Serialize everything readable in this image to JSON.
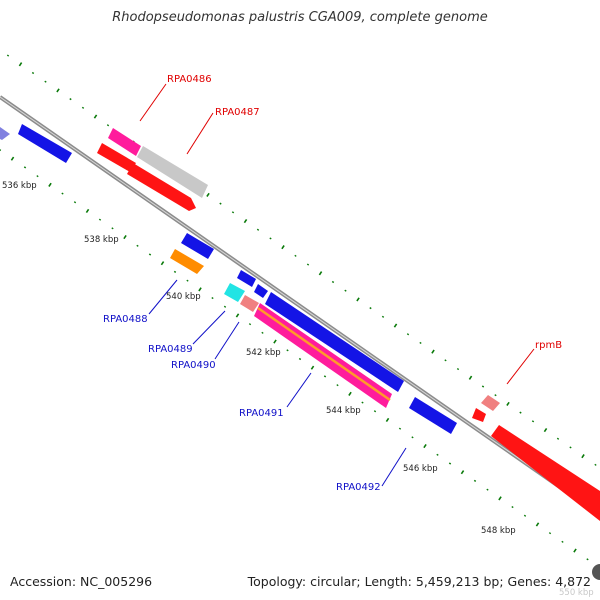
{
  "title": "Rhodopseudomonas palustris CGA009, complete genome",
  "footer": {
    "accession": "Accession: NC_005296",
    "summary": "Topology: circular; Length: 5,459,213 bp; Genes: 4,872"
  },
  "colors": {
    "backbone": "#8c8c8c",
    "tick": "#0a7a0a",
    "label_blue": "#1010c8",
    "label_red": "#e00000"
  },
  "ticks": [
    {
      "label": "536 kbp"
    },
    {
      "label": "538 kbp"
    },
    {
      "label": "540 kbp"
    },
    {
      "label": "542 kbp"
    },
    {
      "label": "544 kbp"
    },
    {
      "label": "546 kbp"
    },
    {
      "label": "548 kbp"
    },
    {
      "label": "550 kbp"
    }
  ],
  "gene_labels": [
    {
      "name": "RPA0486",
      "color": "red"
    },
    {
      "name": "RPA0487",
      "color": "red"
    },
    {
      "name": "RPA0488",
      "color": "blue"
    },
    {
      "name": "RPA0489",
      "color": "blue"
    },
    {
      "name": "RPA0490",
      "color": "blue"
    },
    {
      "name": "RPA0491",
      "color": "blue"
    },
    {
      "name": "RPA0492",
      "color": "blue"
    },
    {
      "name": "rpmB",
      "color": "red"
    }
  ]
}
